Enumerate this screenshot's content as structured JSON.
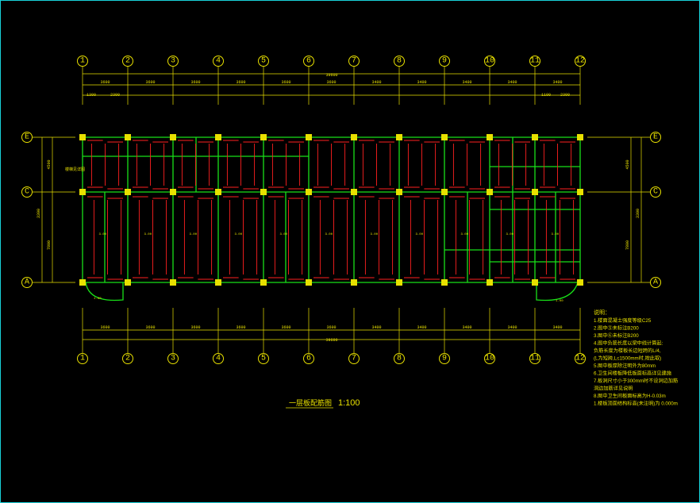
{
  "drawing": {
    "title": "一层板配筋图",
    "scale": "1:100",
    "overall_top": "39600",
    "overall_bottom": "39600",
    "top_spans": [
      "3600",
      "3600",
      "3600",
      "3600",
      "3600",
      "3600",
      "3400",
      "3400",
      "3400",
      "3400",
      "3400"
    ],
    "bottom_spans": [
      "3600",
      "3600",
      "3600",
      "3600",
      "3600",
      "3600",
      "3400",
      "3400",
      "3400",
      "3400",
      "3400"
    ],
    "top_sub_left": [
      "1300",
      "2300"
    ],
    "top_sub_right": [
      "1100",
      "2300"
    ],
    "side_left": [
      "4500",
      "3300",
      "7800"
    ],
    "side_right": [
      "4500",
      "3300",
      "7800"
    ],
    "colors": {
      "frame": "#19d1d9",
      "axis": "#e8e000",
      "beam": "#18e018",
      "rebar": "#ff2020"
    }
  },
  "axes": {
    "columns": [
      "1",
      "2",
      "3",
      "4",
      "5",
      "6",
      "7",
      "8",
      "9",
      "10",
      "11",
      "12"
    ],
    "rows_left": [
      "E",
      "C",
      "A"
    ],
    "rows_right": [
      "E",
      "C",
      "A"
    ]
  },
  "labels": {
    "stair": "楼梯见详图",
    "bay_label": "3.00",
    "bottom_bay_labels": [
      "1.00",
      "1.00"
    ]
  },
  "notes": {
    "heading": "说明：",
    "lines": [
      "1.楼面混凝土强度等级C25",
      "2.图中⑤未标注B200",
      "3.图中⑥未标注B200",
      "4.图中负筋长度以梁中线计算起:",
      "  负筋长度为楼板长边短跨的L/4,",
      "  (L为短跨,L≤1500mm时,按此取)",
      "5.图中板厚除注明外为80mm",
      "6.卫生间楼板降低板面标高详见建施",
      "7.板洞尺寸小于300mm时不设洞边加筋",
      "  洞边加筋详见说明",
      "8.图中卫生间板面标高为H-0.03m",
      "1.楼板顶面结构标高(未注明)为 0.000m"
    ]
  }
}
